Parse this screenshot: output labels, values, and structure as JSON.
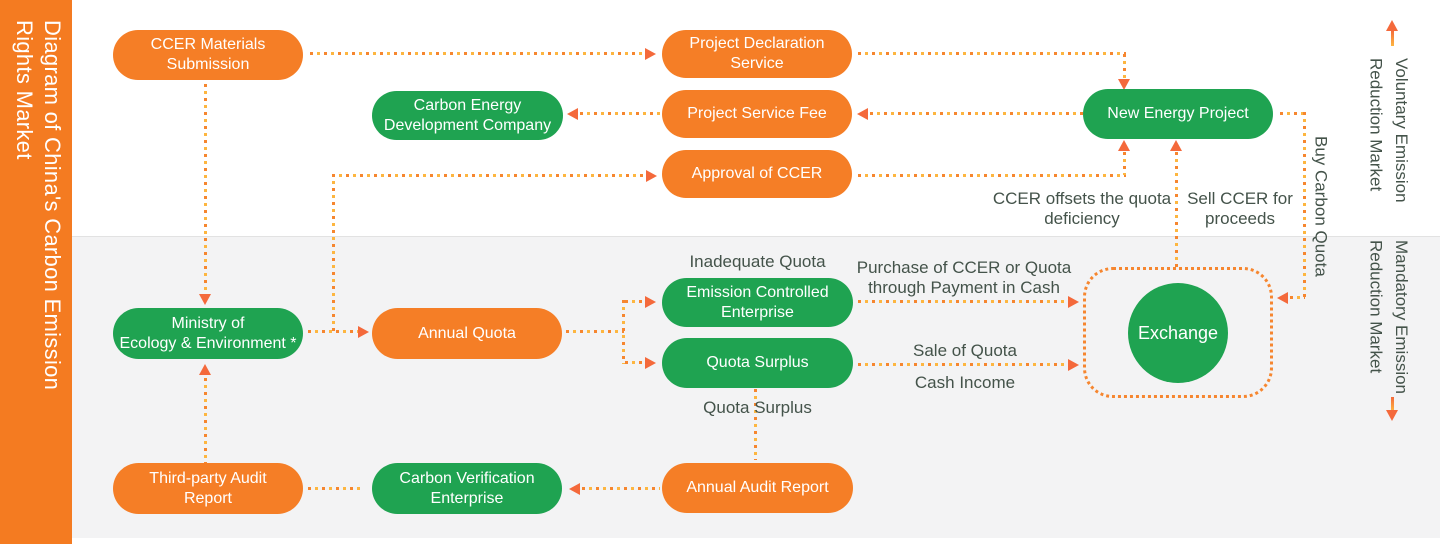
{
  "title": "Diagram of China's Carbon Emission\nRights Market",
  "markets": {
    "voluntary": "Voluntary Emission\nReduction Market",
    "mandatory": "Mandatory Emission\nReduction Market"
  },
  "nodes": {
    "ccer_materials": "CCER Materials\nSubmission",
    "project_declaration": "Project Declaration\nService",
    "carbon_energy_dev": "Carbon Energy\nDevelopment Company",
    "project_service_fee": "Project Service Fee",
    "new_energy_project": "New Energy Project",
    "approval_ccer": "Approval of CCER",
    "ministry": "Ministry of\nEcology & Environment *",
    "annual_quota": "Annual Quota",
    "emission_controlled": "Emission Controlled\nEnterprise",
    "quota_surplus": "Quota Surplus",
    "third_party_audit": "Third-party Audit\nReport",
    "carbon_verification": "Carbon Verification\nEnterprise",
    "annual_audit": "Annual Audit Report",
    "exchange": "Exchange"
  },
  "flow_labels": {
    "inadequate_quota": "Inadequate Quota",
    "quota_surplus": "Quota Surplus",
    "purchase": "Purchase of CCER or Quota\nthrough Payment in Cash",
    "sale_of_quota": "Sale of Quota",
    "cash_income": "Cash Income",
    "ccer_offsets": "CCER offsets the quota\ndeficiency",
    "sell_ccer": "Sell CCER for\nproceeds",
    "buy_carbon_quota": "Buy Carbon Quota"
  },
  "colors": {
    "orange": "#F57E26",
    "green": "#1FA351",
    "bar": "#F47B21",
    "gray": "#F3F3F4",
    "ink": "#44534A",
    "dotA": "#F6862F",
    "dotB": "#FDB640",
    "arrow": "#F4693B",
    "divider": "#E2E2E2"
  }
}
